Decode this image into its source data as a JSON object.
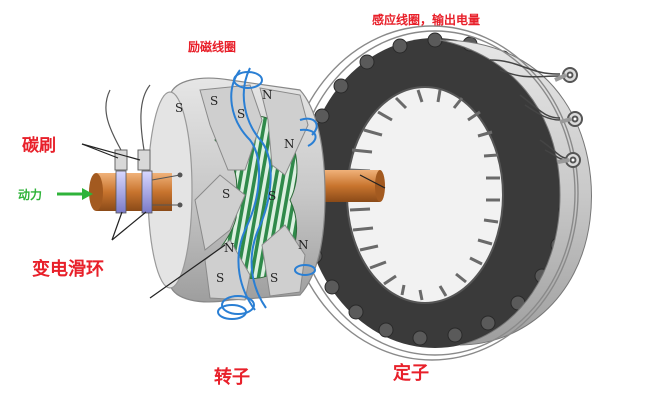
{
  "labels": {
    "excitation_coil": "励磁线圈",
    "induction_coil": "感应线圈，输出电量",
    "carbon_brush": "碳刷",
    "power": "动力",
    "slip_ring": "变电滑环",
    "rotor": "转子",
    "stator": "定子"
  },
  "poles": {
    "north": "N",
    "south": "S"
  },
  "colors": {
    "label_red": "#e8202a",
    "power_green": "#2fb33a",
    "shaft_copper": "#c8742e",
    "coil_blue": "#2a7fd4",
    "winding_green": "#2f8a4a",
    "metal_grey": "#bdbdbd"
  }
}
